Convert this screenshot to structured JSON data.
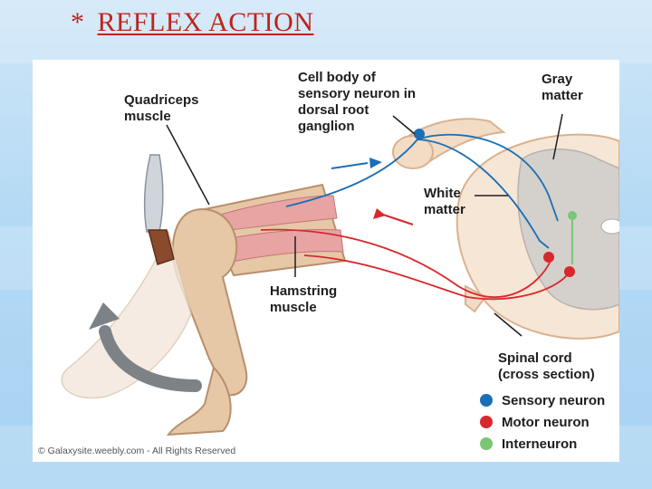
{
  "slide": {
    "bullet": "*",
    "title": "REFLEX ACTION"
  },
  "labels": {
    "quadriceps": "Quadriceps\nmuscle",
    "cell_body": "Cell body of\nsensory neuron in\ndorsal root\nganglion",
    "gray_matter": "Gray\nmatter",
    "white_matter": "White\nmatter",
    "hamstring": "Hamstring\nmuscle",
    "spinal_cord": "Spinal cord\n(cross section)"
  },
  "legend": [
    {
      "label": "Sensory neuron",
      "color": "#1a6fb5"
    },
    {
      "label": "Motor neuron",
      "color": "#d8282c"
    },
    {
      "label": "Interneuron",
      "color": "#7cc576"
    }
  ],
  "copyright": "© Galaxysite.weebly.com - All Rights Reserved",
  "colors": {
    "title": "#c0231b",
    "sensory": "#1a6fb5",
    "motor": "#d8282c",
    "interneuron": "#7cc576",
    "skin": "#e6c7a6",
    "muscle": "#e8a3a3"
  }
}
